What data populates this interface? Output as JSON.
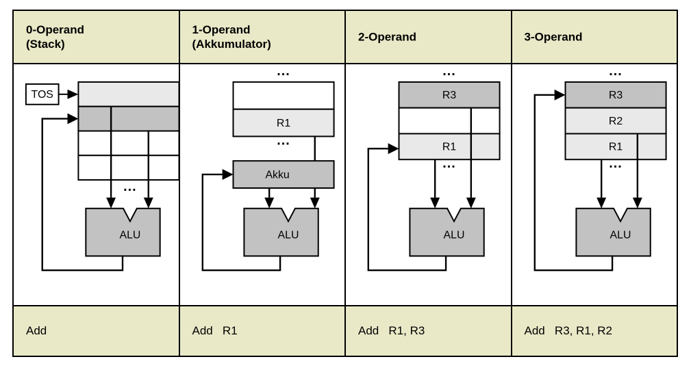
{
  "diagram": {
    "title_semantic": "operand-count-instruction-formats",
    "columns": [
      {
        "id": "zero-operand",
        "header": "0-Operand\n(Stack)",
        "instruction": "Add",
        "pointer_label": "TOS",
        "storage_kind": "stack",
        "cells": [
          {
            "label": "",
            "shade": "light"
          },
          {
            "label": "",
            "shade": "dark"
          },
          {
            "label": "",
            "shade": "white"
          },
          {
            "label": "",
            "shade": "white"
          }
        ],
        "alu_label": "ALU",
        "ellipsis_below": "...",
        "ellipsis_above": ""
      },
      {
        "id": "one-operand",
        "header": "1-Operand\n(Akkumulator)",
        "instruction": "Add   R1",
        "pointer_label": "",
        "storage_kind": "register-file",
        "cells": [
          {
            "label": "",
            "shade": "white"
          },
          {
            "label": "R1",
            "shade": "light"
          }
        ],
        "accumulator_label": "Akku",
        "alu_label": "ALU",
        "ellipsis_above": "...",
        "ellipsis_below": "..."
      },
      {
        "id": "two-operand",
        "header": "2-Operand",
        "instruction": "Add   R1, R3",
        "pointer_label": "",
        "storage_kind": "register-file",
        "cells": [
          {
            "label": "R3",
            "shade": "dark"
          },
          {
            "label": "",
            "shade": "white"
          },
          {
            "label": "R1",
            "shade": "light"
          }
        ],
        "alu_label": "ALU",
        "ellipsis_above": "...",
        "ellipsis_below": "..."
      },
      {
        "id": "three-operand",
        "header": "3-Operand",
        "instruction": "Add   R3, R1, R2",
        "pointer_label": "",
        "storage_kind": "register-file",
        "cells": [
          {
            "label": "R3",
            "shade": "dark"
          },
          {
            "label": "R2",
            "shade": "light"
          },
          {
            "label": "R1",
            "shade": "light"
          }
        ],
        "alu_label": "ALU",
        "ellipsis_above": "...",
        "ellipsis_below": "..."
      }
    ],
    "colors": {
      "header_background": "#e9e9c8",
      "instruction_background": "#e9e9c8",
      "cell_light": "#e9e9e9",
      "cell_dark": "#c2c2c2",
      "cell_white": "#ffffff",
      "stroke": "#000000",
      "page_background": "#ffffff"
    }
  }
}
